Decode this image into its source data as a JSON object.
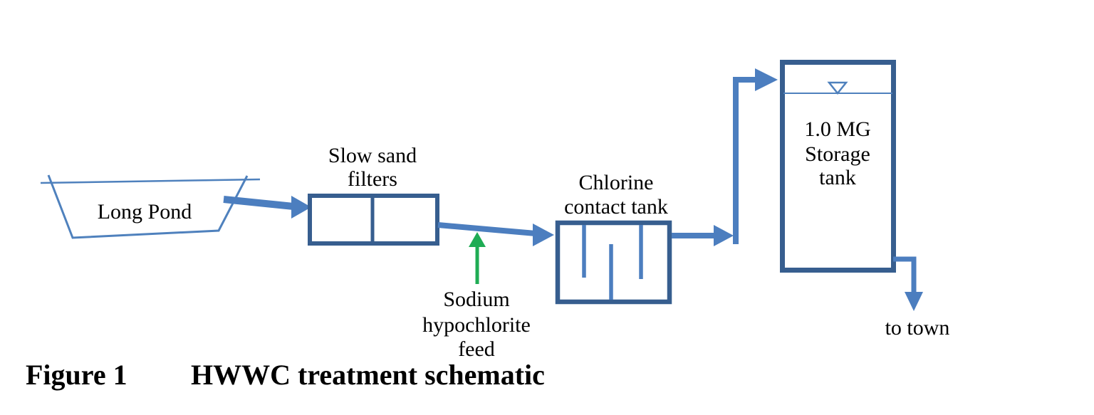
{
  "colors": {
    "tank_border": "#375E8F",
    "pipe_blue": "#4C7EBF",
    "thin_blue": "#4F81BD",
    "feed_green": "#1FAC54",
    "text": "#000000"
  },
  "pond": {
    "label": "Long Pond"
  },
  "filters": {
    "label_line1": "Slow sand",
    "label_line2": "filters"
  },
  "chlorine_tank": {
    "label_line1": "Chlorine",
    "label_line2": "contact tank"
  },
  "feed": {
    "label_line1": "Sodium",
    "label_line2": "hypochlorite",
    "label_line3": "feed"
  },
  "storage_tank": {
    "label_line1": "1.0 MG",
    "label_line2": "Storage",
    "label_line3": "tank"
  },
  "outlet": {
    "label": "to town"
  },
  "caption": {
    "label": "Figure 1",
    "title": "HWWC treatment schematic"
  }
}
